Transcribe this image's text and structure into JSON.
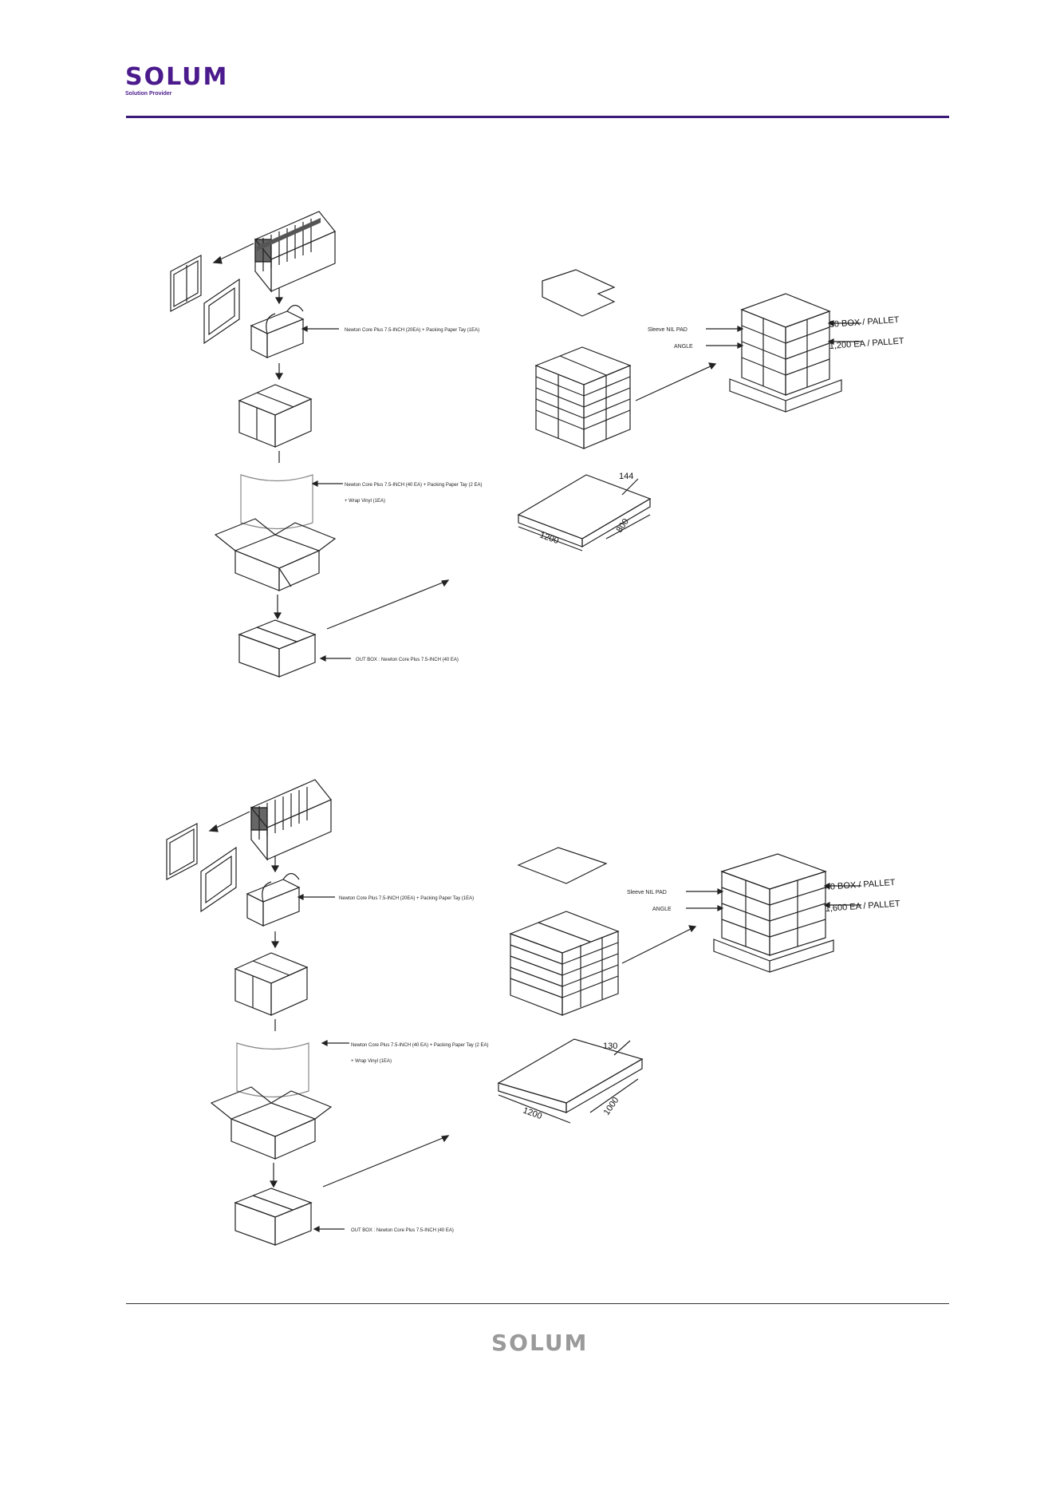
{
  "header": {
    "logo": "SOLUM",
    "logo_sub": "Solution Provider"
  },
  "diagram1": {
    "label_tray": "Newton Core Plus 7.5-INCH (20EA) + Packing Paper Tay (1EA)",
    "label_wrap_1": "Newton Core Plus 7.5-INCH  (40 EA) + Packing Paper Tay (2 EA)",
    "label_wrap_2": "+ Wrap Vinyl (1EA)",
    "label_outbox": "OUT BOX : Newton Core Plus 7.5-INCH  (40 EA)",
    "label_sleeve": "Sleeve NIL PAD",
    "label_angle": "ANGLE",
    "label_box_pallet": "30 BOX / PALLET",
    "label_ea_pallet": "1,200 EA / PALLET",
    "dim_height": "144",
    "dim_length": "1200",
    "dim_width": "800"
  },
  "diagram2": {
    "label_tray": "Newton Core Plus 7.5-INCH (20EA) + Packing Paper Tay (1EA)",
    "label_wrap_1": "Newton Core Plus 7.5-INCH  (40 EA) + Packing Paper Tay (2 EA)",
    "label_wrap_2": "+ Wrap Vinyl (1EA)",
    "label_outbox": "OUT BOX : Newton Core Plus 7.5-INCH  (40 EA)",
    "label_sleeve": "Sleeve NIL PAD",
    "label_angle": "ANGLE",
    "label_box_pallet": "40 BOX / PALLET",
    "label_ea_pallet": "1,600 EA / PALLET",
    "dim_height": "130",
    "dim_length": "1200",
    "dim_width": "1000"
  },
  "footer": {
    "logo": "SOLUM"
  },
  "colors": {
    "brand": "#4b1a8c",
    "rule": "#3b1a78",
    "footer_logo": "#9a9a9a"
  }
}
